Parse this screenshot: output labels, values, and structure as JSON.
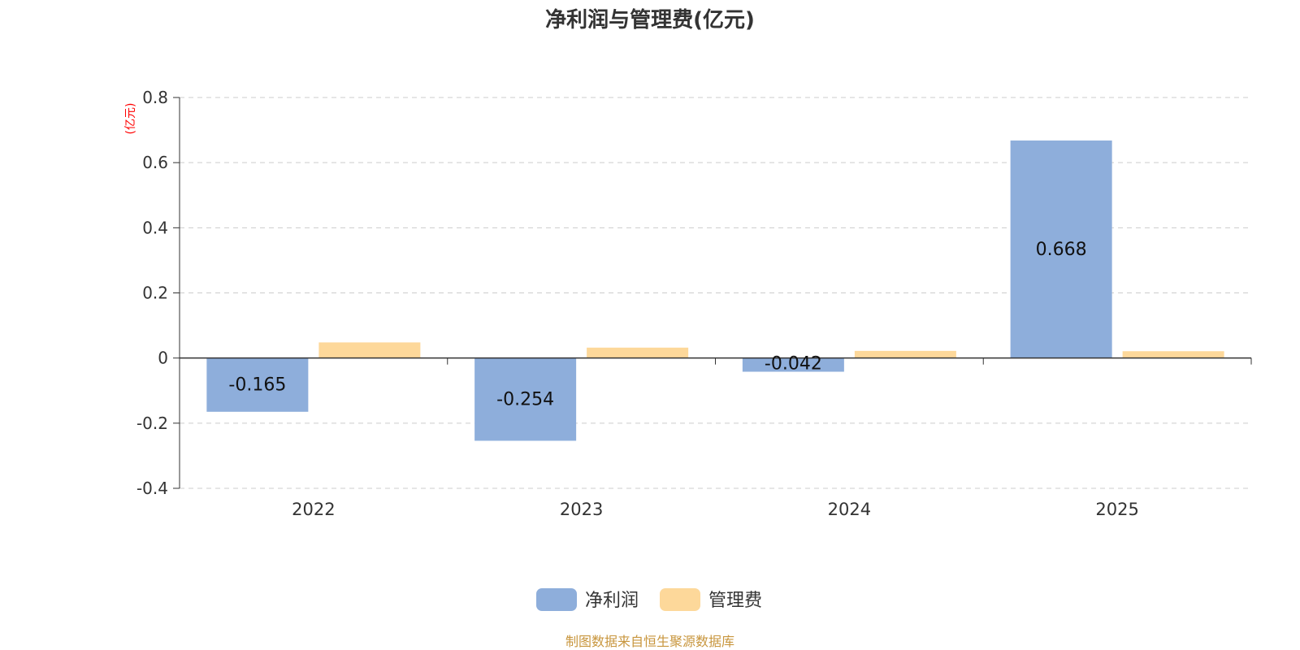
{
  "chart_data": {
    "type": "bar",
    "title": "净利润与管理费(亿元)",
    "ylabel": "(亿元)",
    "xlabel": "",
    "categories": [
      "2022",
      "2023",
      "2024",
      "2025"
    ],
    "series": [
      {
        "name": "净利润",
        "values": [
          -0.165,
          -0.254,
          -0.042,
          0.668
        ],
        "labels": [
          "-0.165",
          "-0.254",
          "-0.042",
          "0.668"
        ],
        "color": "#8eaedb"
      },
      {
        "name": "管理费",
        "values": [
          0.048,
          0.032,
          0.022,
          0.021
        ],
        "color": "#fdd89a"
      }
    ],
    "ylim": [
      -0.4,
      0.8
    ],
    "yticks": [
      -0.4,
      -0.2,
      0,
      0.2,
      0.4,
      0.6,
      0.8
    ],
    "ytick_labels": [
      "-0.4",
      "-0.2",
      "0",
      "0.2",
      "0.4",
      "0.6",
      "0.8"
    ],
    "grid": true,
    "legend_position": "bottom-center"
  },
  "footer": {
    "source": "制图数据来自恒生聚源数据库"
  },
  "colors": {
    "title": "#333333",
    "axis_label": "#ff0000",
    "source": "#c8963e",
    "grid": "#cccccc",
    "axis": "#333333"
  }
}
